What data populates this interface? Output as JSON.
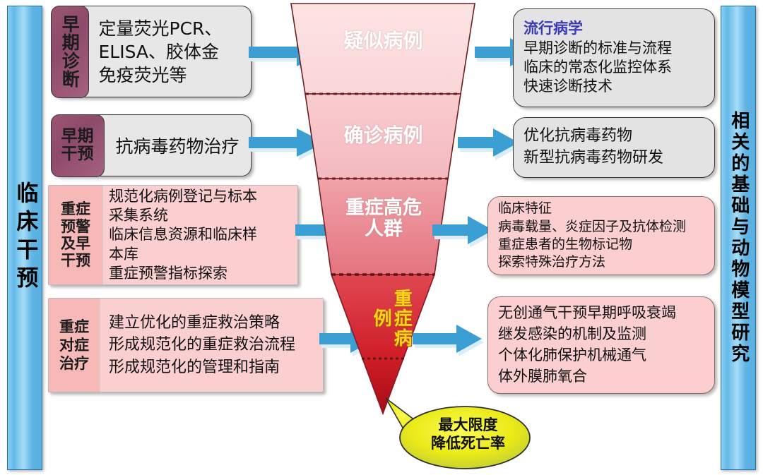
{
  "sidebars": {
    "left": {
      "label": "临床干预"
    },
    "right": {
      "label": "相关的基础与动物模型研究"
    }
  },
  "left_cards": [
    {
      "tag": "早期诊断",
      "lines": [
        "定量荧光PCR、",
        "ELISA、胶体金",
        "免疫荧光等"
      ],
      "style": "gray"
    },
    {
      "tag": "早期干预",
      "lines": [
        "抗病毒药物治疗"
      ],
      "style": "gray"
    },
    {
      "tag": "重症预警及早干预",
      "lines": [
        "规范化病例登记与标本",
        "采集系统",
        "临床信息资源和临床样",
        "本库",
        "重症预警指标探索"
      ],
      "style": "pink"
    },
    {
      "tag": "重症对症治疗",
      "lines": [
        "建立优化的重症救治策略",
        "形成规范化的重症救治流程",
        "形成规范化的管理和指南"
      ],
      "style": "pink"
    }
  ],
  "right_cards": [
    {
      "heading": "流行病学",
      "lines": [
        "早期诊断的标准与流程",
        "临床的常态化监控体系",
        "快速诊断技术"
      ],
      "style": "gray"
    },
    {
      "heading": "",
      "lines": [
        "优化抗病毒药物",
        "新型抗病毒药物研发"
      ],
      "style": "gray"
    },
    {
      "heading": "",
      "lines": [
        "临床特征",
        "病毒载量、炎症因子及抗体检测",
        "重症患者的生物标记物",
        "探索特殊治疗方法"
      ],
      "style": "pink"
    },
    {
      "heading": "",
      "lines": [
        "无创通气干预早期呼吸衰竭",
        "继发感染的机制及监测",
        "个体化肺保护机械通气",
        "体外膜肺氧合"
      ],
      "style": "pink"
    }
  ],
  "funnel": {
    "segments": [
      {
        "label": "疑似病例",
        "color": "#fbdddd"
      },
      {
        "label": "确诊病例",
        "color": "#f7c6c9"
      },
      {
        "label": "重症高危人群",
        "color": "#ef98a0"
      },
      {
        "label": "重症病例",
        "color": "#d8303a"
      }
    ]
  },
  "callout": {
    "line1": "最大限度",
    "line2": "降低死亡率"
  },
  "colors": {
    "arrow": "#3b9fd4",
    "arrow_shadow": "#d9eef8",
    "sidebar_blue": "#63b9e8",
    "tag_purple": "#8e4a6a",
    "pink_card": "#fbcfcf",
    "gray_card": "#e3e3e3",
    "heading_blue": "#3b3bb5",
    "callout_yellow": "#f2f21f",
    "funnel_tip": "#b4121b"
  }
}
